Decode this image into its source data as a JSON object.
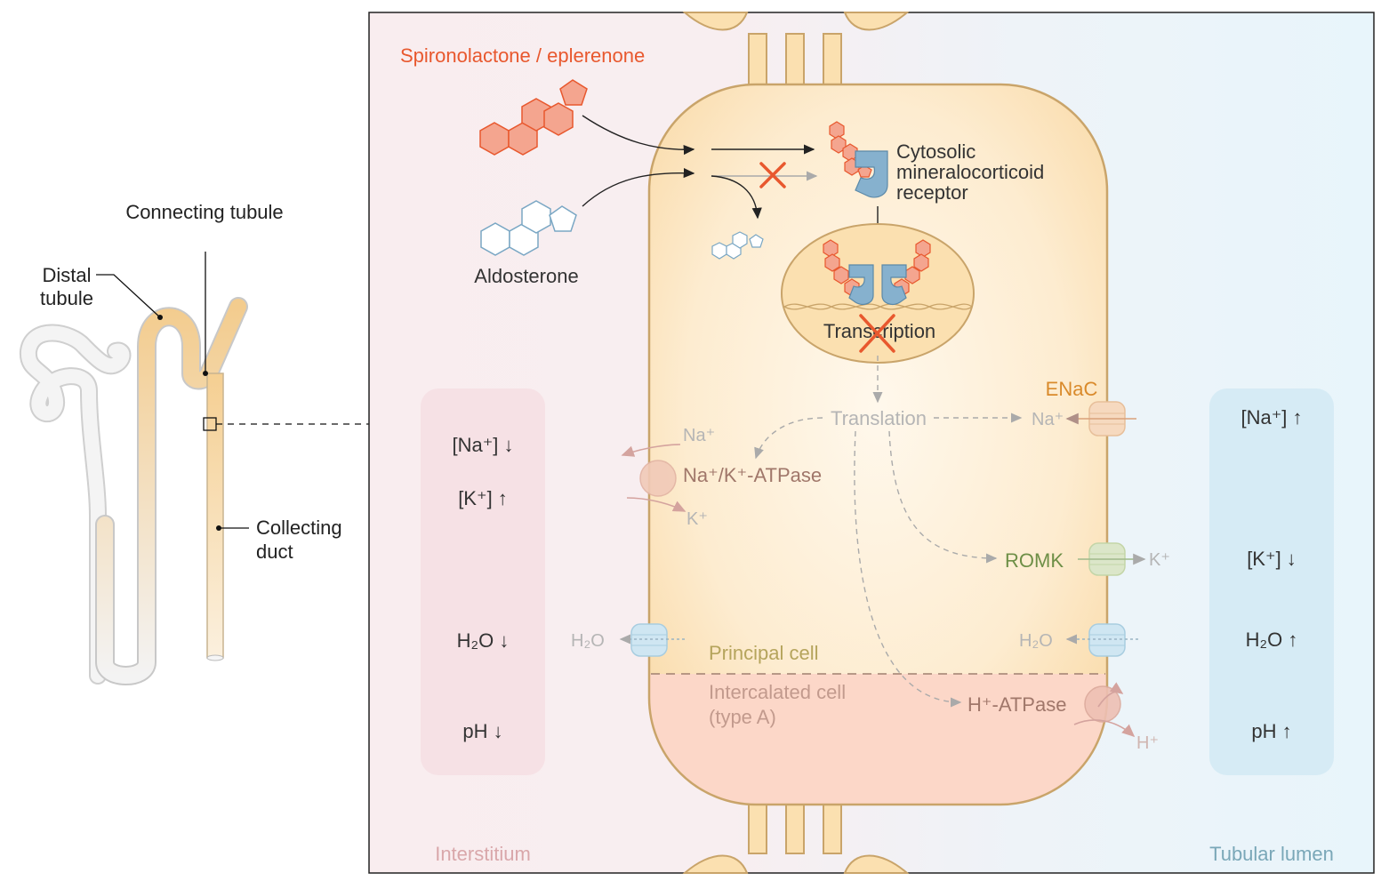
{
  "nephron": {
    "connecting_tubule": "Connecting tubule",
    "distal_line1": "Distal",
    "distal_line2": "tubule",
    "collecting_line1": "Collecting",
    "collecting_line2": "duct"
  },
  "drug": {
    "name": "Spironolactone / eplerenone",
    "hormone": "Aldosterone"
  },
  "receptor": {
    "line1": "Cytosolic",
    "line2": "mineralocorticoid",
    "line3": "receptor"
  },
  "nucleus": {
    "transcription": "Transcription"
  },
  "cell": {
    "translation": "Translation",
    "principal": "Principal cell",
    "intercalated_line1": "Intercalated cell",
    "intercalated_line2": "(type A)"
  },
  "channels": {
    "enac": "ENaC",
    "nak_atpase": "Na⁺/K⁺-ATPase",
    "romk": "ROMK",
    "h_atpase": "H⁺-ATPase",
    "na": "Na⁺",
    "k": "K⁺",
    "h": "H⁺",
    "h2o": "H₂O"
  },
  "interstitium": {
    "label": "Interstitium",
    "na": "[Na⁺] ↓",
    "k": "[K⁺] ↑",
    "h2o": "H₂O ↓",
    "ph": "pH ↓"
  },
  "lumen": {
    "label": "Tubular lumen",
    "na": "[Na⁺] ↑",
    "k": "[K⁺] ↓",
    "h2o": "H₂O ↑",
    "ph": "pH ↑"
  },
  "colors": {
    "drug": "#e8582e",
    "aldosterone": "#7aa7c4",
    "cell_fill": "#fbe6c4",
    "enac": "#d98a2b",
    "romk": "#6e8f47",
    "nak": "#a0776a",
    "interstitium_bg": "#f9eef0",
    "lumen_bg": "#e9f5fb"
  }
}
